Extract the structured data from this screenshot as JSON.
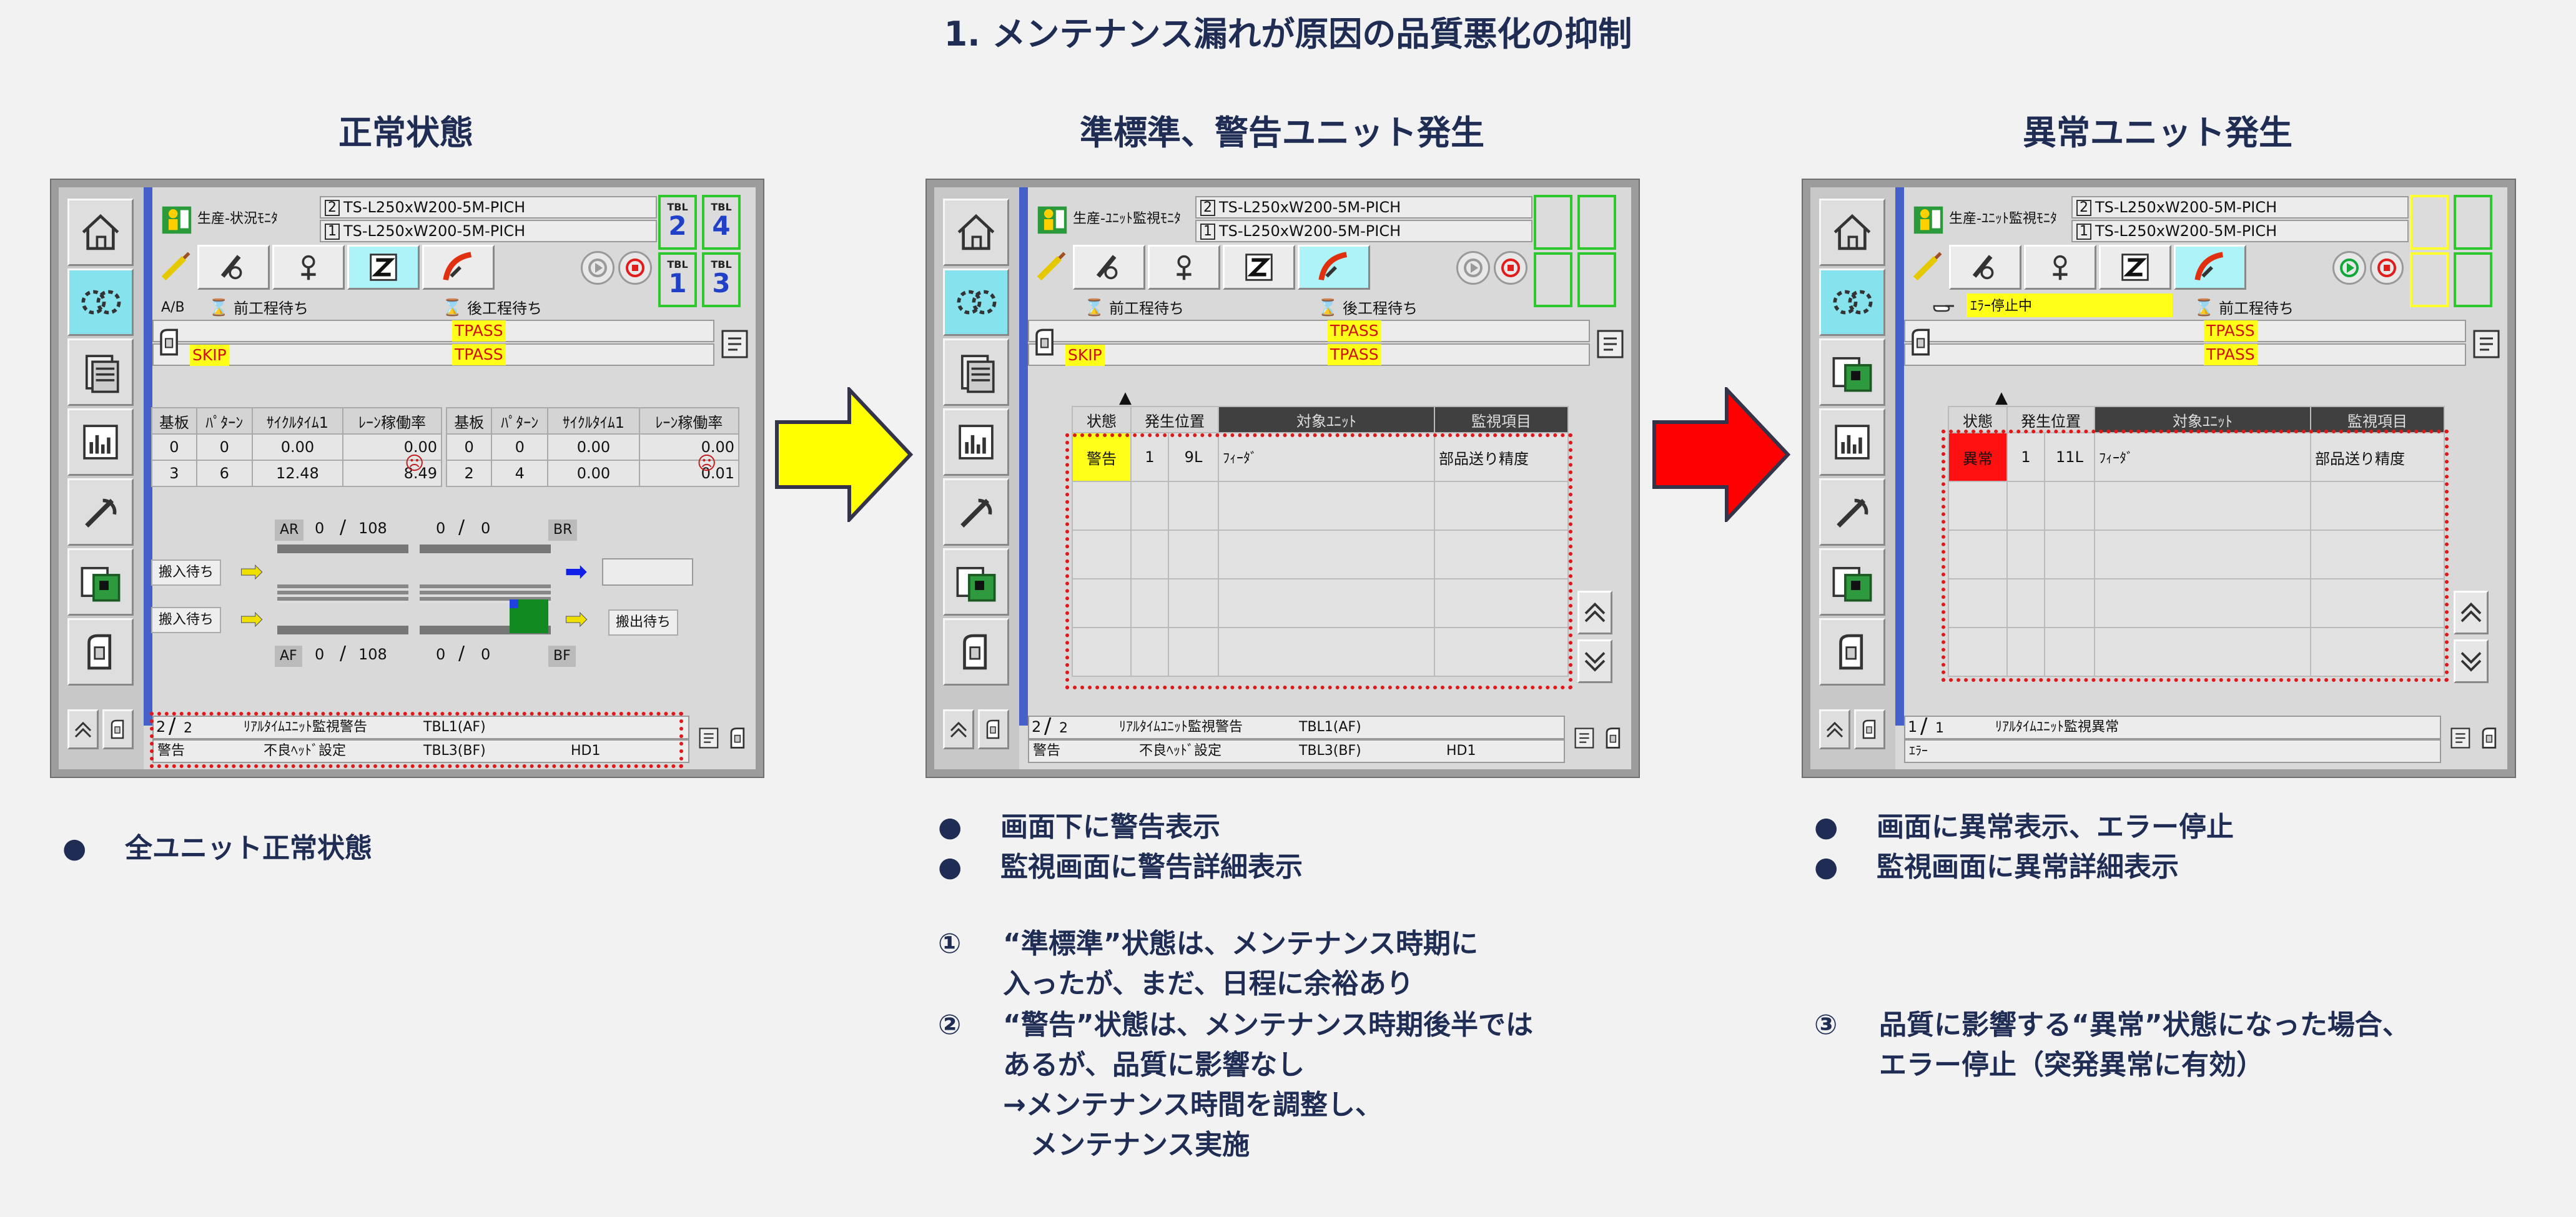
{
  "title": "1. メンテナンス漏れが原因の品質悪化の抑制",
  "panels": [
    {
      "heading": "正常状態",
      "bullets": [
        "全ユニット正常状態"
      ],
      "screen": {
        "monitor": "生産-状況ﾓﾆﾀ",
        "prog1_no": "2",
        "prog1": "TS-L250xW200-5M-PICH",
        "prog2_no": "1",
        "prog2": "TS-L250xW200-5M-PICH",
        "ab": "A/B",
        "wait_prev": "前工程待ち",
        "wait_next": "後工程待ち",
        "skip": "SKIP",
        "tpass1": "TPASS",
        "tpass2": "TPASS",
        "tbl_label": "TBL",
        "tbls": [
          "2",
          "4",
          "1",
          "3"
        ],
        "headers": [
          "基板",
          "ﾊﾟﾀｰﾝ",
          "ｻｲｸﾙﾀｲﾑ1",
          "ﾚｰﾝ稼働率"
        ],
        "rows_left": [
          [
            "0",
            "0",
            "0.00",
            "0.00"
          ],
          [
            "3",
            "6",
            "12.48",
            "8.49"
          ]
        ],
        "rows_right": [
          [
            "0",
            "0",
            "0.00",
            "0.00"
          ],
          [
            "2",
            "4",
            "0.00",
            "0.01"
          ]
        ],
        "ar": "AR",
        "ar_v1": "0",
        "ar_v2": "108",
        "br": "BR",
        "br_v1": "0",
        "br_v2": "0",
        "af": "AF",
        "af_v1": "0",
        "af_v2": "108",
        "bf": "BF",
        "bf_v1": "0",
        "bf_v2": "0",
        "in_wait1": "搬入待ち",
        "in_wait2": "搬入待ち",
        "out_wait": "搬出待ち",
        "page": "2",
        "page_total": "2",
        "msg1": "ﾘｱﾙﾀｲﾑﾕﾆｯﾄ監視警告",
        "msg1_tbl": "TBL1(AF)",
        "level": "警告",
        "msg2": "不良ﾍｯﾄﾞ設定",
        "msg2_tbl": "TBL3(BF)",
        "msg2_hd": "HD1"
      }
    },
    {
      "heading": "準標準、警告ユニット発生",
      "bullets": [
        "画面下に警告表示",
        "監視画面に警告詳細表示"
      ],
      "notes": [
        {
          "n": "①",
          "lines": [
            "“準標準”状態は、メンテナンス時期に",
            "入ったが、まだ、日程に余裕あり"
          ]
        },
        {
          "n": "②",
          "lines": [
            "“警告”状態は、メンテナンス時期後半では",
            "あるが、品質に影響なし",
            "→メンテナンス時間を調整し、",
            "　メンテナンス実施"
          ]
        }
      ],
      "screen": {
        "monitor": "生産-ﾕﾆｯﾄ監視ﾓﾆﾀ",
        "prog1_no": "2",
        "prog1": "TS-L250xW200-5M-PICH",
        "prog2_no": "1",
        "prog2": "TS-L250xW200-5M-PICH",
        "wait_prev": "前工程待ち",
        "wait_next": "後工程待ち",
        "skip": "SKIP",
        "tpass1": "TPASS",
        "tpass2": "TPASS",
        "mon_headers": [
          "状態",
          "発生位置",
          "",
          "対象ﾕﾆｯﾄ",
          "監視項目"
        ],
        "mon_row": [
          "警告",
          "1",
          "9L",
          "ﾌｨｰﾀﾞ",
          "部品送り精度"
        ],
        "page": "2",
        "page_total": "2",
        "msg1": "ﾘｱﾙﾀｲﾑﾕﾆｯﾄ監視警告",
        "msg1_tbl": "TBL1(AF)",
        "level": "警告",
        "msg2": "不良ﾍｯﾄﾞ設定",
        "msg2_tbl": "TBL3(BF)",
        "msg2_hd": "HD1"
      }
    },
    {
      "heading": "異常ユニット発生",
      "bullets": [
        "画面に異常表示、エラー停止",
        "監視画面に異常詳細表示"
      ],
      "notes": [
        {
          "n": "③",
          "lines": [
            "品質に影響する“異常”状態になった場合、",
            "エラー停止（突発異常に有効）"
          ]
        }
      ],
      "screen": {
        "monitor": "生産-ﾕﾆｯﾄ監視ﾓﾆﾀ",
        "prog1_no": "2",
        "prog1": "TS-L250xW200-5M-PICH",
        "prog2_no": "1",
        "prog2": "TS-L250xW200-5M-PICH",
        "err_stop": "ｴﾗｰ停止中",
        "wait_prev": "前工程待ち",
        "tpass1": "TPASS",
        "tpass2": "TPASS",
        "mon_headers": [
          "状態",
          "発生位置",
          "",
          "対象ﾕﾆｯﾄ",
          "監視項目"
        ],
        "mon_row": [
          "異常",
          "1",
          "11L",
          "ﾌｨｰﾀﾞ",
          "部品送り精度"
        ],
        "page": "1",
        "page_total": "1",
        "msg1": "ﾘｱﾙﾀｲﾑﾕﾆｯﾄ監視異常",
        "level": "ｴﾗｰ"
      }
    }
  ],
  "colors": {
    "arrow1": "#ffff00",
    "arrow2": "#ff0000",
    "accent": "#4560c8"
  }
}
